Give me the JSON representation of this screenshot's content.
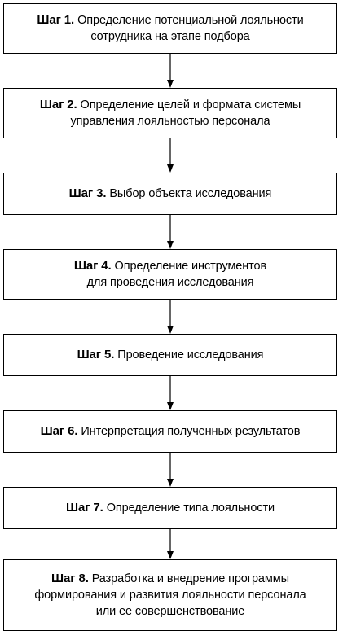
{
  "steps": [
    {
      "label": "Шаг 1.",
      "lines": [
        "Определение потенциальной лояльности",
        "сотрудника на этапе подбора"
      ]
    },
    {
      "label": "Шаг 2.",
      "lines": [
        "Определение целей и формата системы",
        "управления лояльностью персонала"
      ]
    },
    {
      "label": "Шаг 3.",
      "lines": [
        "Выбор объекта исследования"
      ]
    },
    {
      "label": "Шаг 4.",
      "lines": [
        "Определение инструментов",
        "для проведения исследования"
      ]
    },
    {
      "label": "Шаг 5.",
      "lines": [
        "Проведение исследования"
      ]
    },
    {
      "label": "Шаг 6.",
      "lines": [
        "Интерпретация полученных результатов"
      ]
    },
    {
      "label": "Шаг 7.",
      "lines": [
        "Определение типа лояльности"
      ]
    },
    {
      "label": "Шаг 8.",
      "lines": [
        "Разработка и внедрение программы",
        "формирования и развития лояльности персонала",
        "или ее совершенствование"
      ]
    }
  ],
  "colors": {
    "border": "#000000",
    "text": "#000000",
    "background": "#ffffff"
  }
}
